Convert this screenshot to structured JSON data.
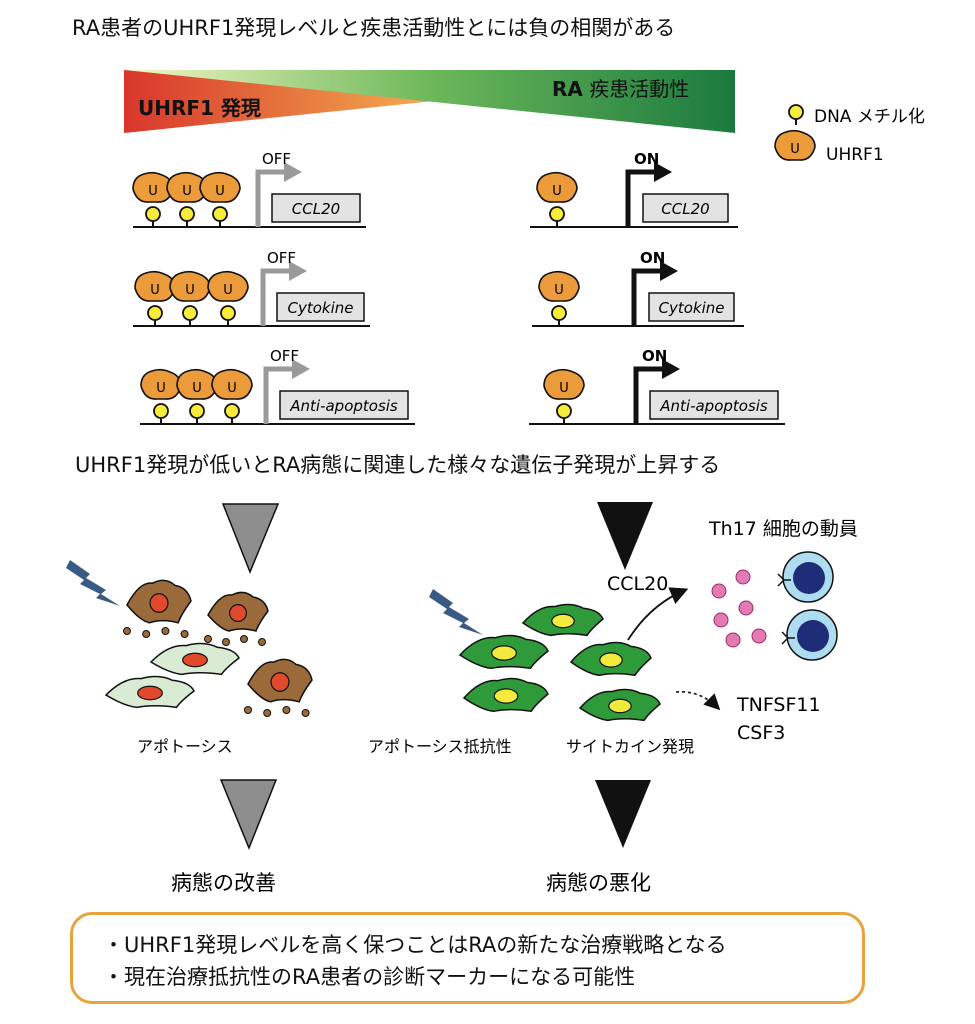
{
  "title": "RA患者のUHRF1発現レベルと疾患活動性とには負の相関がある",
  "gradient": {
    "left_label": "UHRF1 発現",
    "right_label_bold": "RA",
    "right_label_rest": " 疾患活動性"
  },
  "legend": {
    "methylation": "DNA メチル化",
    "uhrf1": "UHRF1",
    "protein_letter": "U"
  },
  "genes": [
    "CCL20",
    "Cytokine",
    "Anti-apoptosis"
  ],
  "states": {
    "left": "OFF",
    "right": "ON"
  },
  "middle_statement": "UHRF1発現が低いとRA病態に関連した様々な遺伝子発現が上昇する",
  "left_panel": {
    "label": "アポトーシス",
    "outcome": "病態の改善"
  },
  "right_panel": {
    "label_resistance": "アポトーシス抵抗性",
    "label_cytokine": "サイトカイン発現",
    "outcome": "病態の悪化",
    "chemokine": "CCL20",
    "recruitment": "Th17 細胞の動員",
    "other_genes": [
      "TNFSF11",
      "CSF3"
    ]
  },
  "conclusions": [
    "・UHRF1発現レベルを高く保つことはRAの新たな治療戦略となる",
    "・現在治療抵抗性のRA患者の診断マーカーになる可能性"
  ],
  "colors": {
    "uhrf1_orange": "#ec9b3a",
    "methyl_yellow": "#f7ec3a",
    "apoptotic_brown": "#9a6a3a",
    "healthy_green": "#2f9a3a",
    "conclusion_border": "#e8a33c"
  }
}
